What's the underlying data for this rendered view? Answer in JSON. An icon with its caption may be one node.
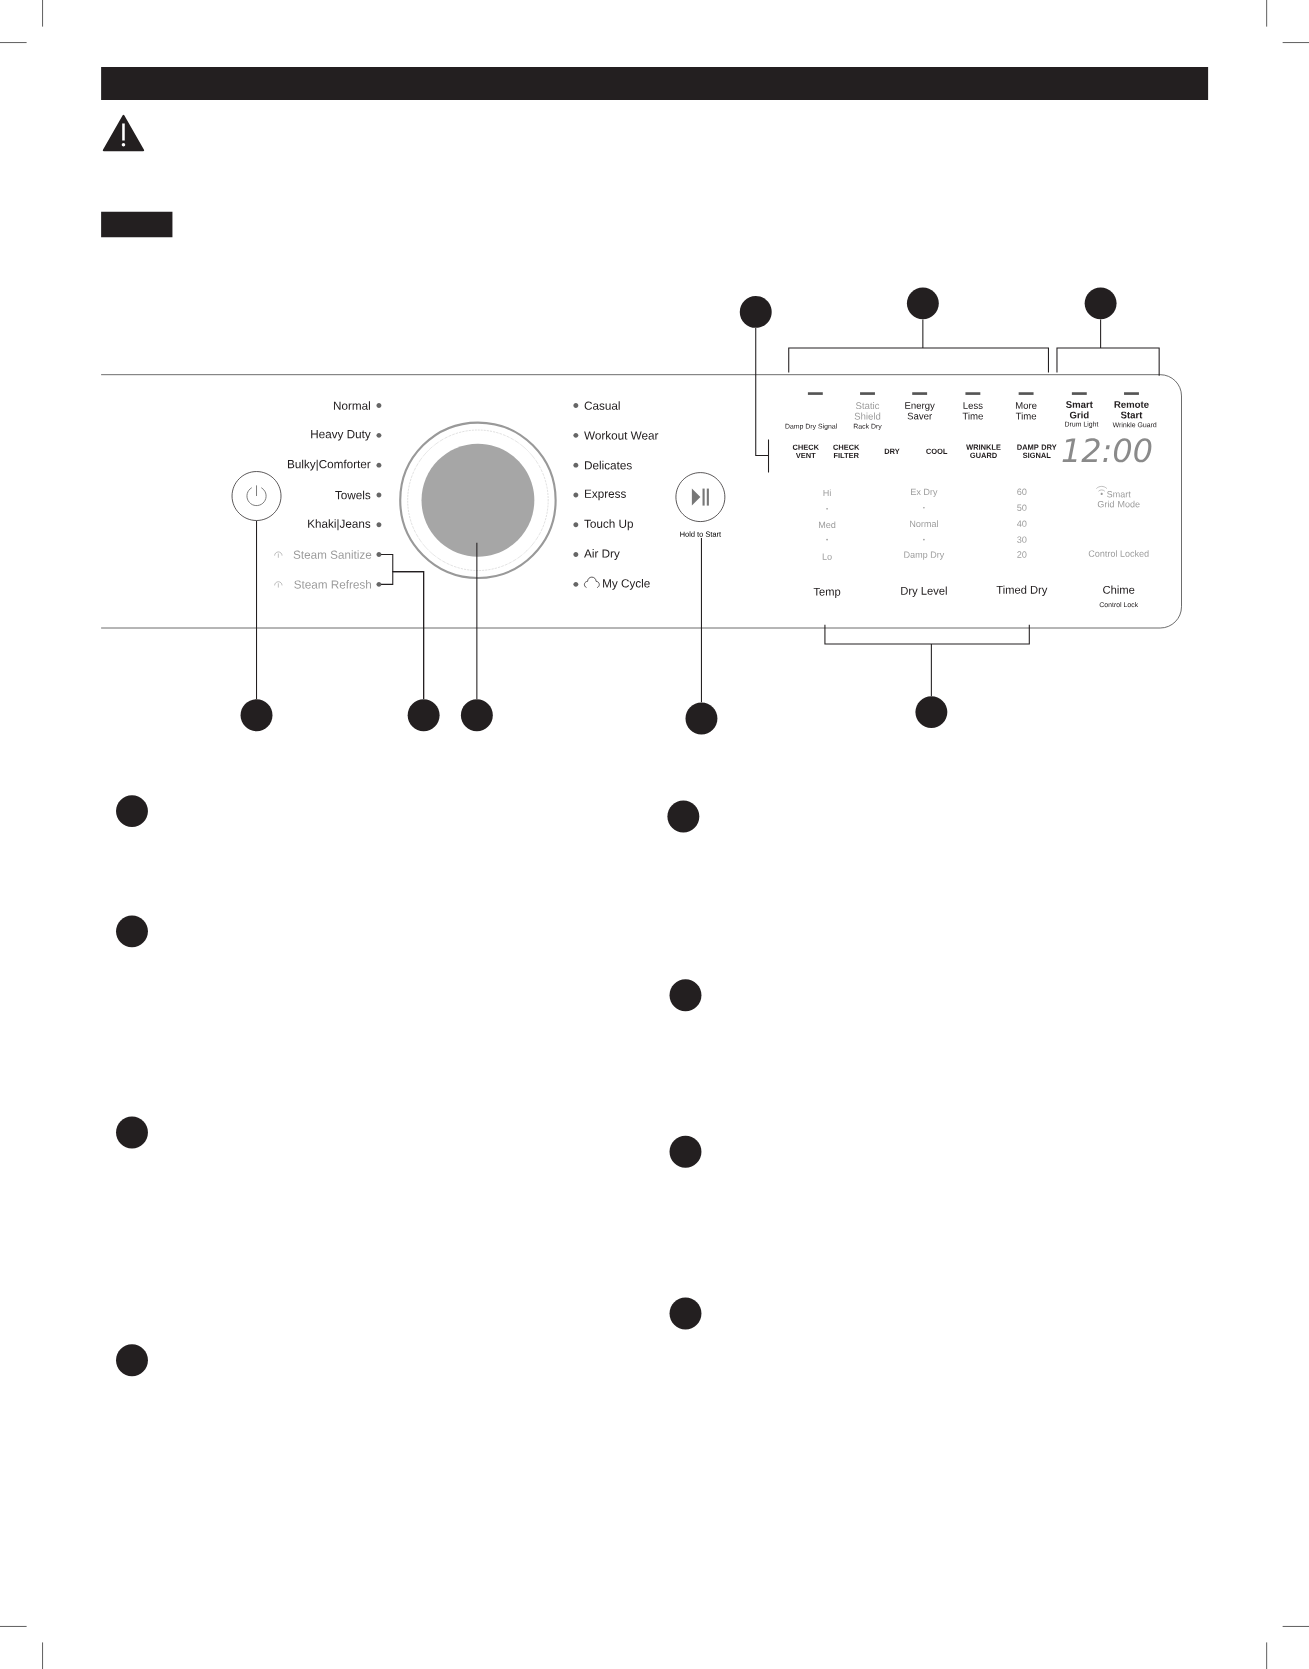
{
  "diagram": {
    "nodes": [
      {
        "text": [],
        "shape": "box"
      },
      {
        "text": [],
        "shape": "circle"
      },
      {
        "text": [],
        "shape": "circle"
      },
      {
        "text": [],
        "shape": "circle"
      },
      {
        "text": [],
        "shape": "circle",
        "in": 0
      },
      {
        "text": [],
        "shape": "circle",
        "in": 0
      },
      {
        "text": [],
        "shape": "circle",
        "beside": [
          "Hold to Start"
        ],
        "in": 0
      },
      {
        "text": [
          "Steam Sanitize"
        ],
        "in": 0
      },
      {
        "text": [
          "Steam Refresh"
        ],
        "in": 0
      },
      {
        "text": [],
        "shape": "circle"
      },
      {
        "text": [],
        "shape": "circle"
      },
      {
        "text": [],
        "shape": "circle"
      },
      {
        "text": [],
        "shape": "circle"
      },
      {
        "text": [],
        "shape": "circle"
      },
      {
        "text": [],
        "shape": "circle"
      },
      {
        "text": [],
        "shape": "circle"
      },
      {
        "text": [],
        "shape": "circle"
      },
      {
        "text": [],
        "shape": "circle"
      },
      {
        "text": [],
        "shape": "circle"
      },
      {
        "text": [],
        "shape": "circle"
      },
      {
        "text": [],
        "shape": "circle"
      },
      {
        "text": [],
        "shape": "circle"
      }
    ],
    "edges": [
      {
        "from": 1,
        "to": 0,
        "arrow": "none"
      },
      {
        "from": 2,
        "to": 0,
        "arrow": "none"
      },
      {
        "from": 3,
        "to": 0,
        "arrow": "none"
      },
      {
        "from": 9,
        "to": 4,
        "arrow": "none"
      },
      {
        "from": 10,
        "to": 7,
        "arrow": "none"
      },
      {
        "from": 10,
        "to": 8,
        "arrow": "none"
      },
      {
        "from": 11,
        "to": 5,
        "arrow": "none"
      },
      {
        "from": 12,
        "to": 6,
        "arrow": "none"
      },
      {
        "from": 13,
        "to": 0,
        "arrow": "none"
      }
    ],
    "labels": [
      "Normal",
      "Heavy Duty",
      "Bulky|Comforter",
      "Towels",
      "Khaki|Jeans",
      "Casual",
      "Workout Wear",
      "Delicates",
      "Express",
      "Touch Up",
      "Air Dry",
      "My Cycle",
      "Damp Dry Signal",
      "Static Shield",
      "Rack Dry",
      "Energy Saver",
      "Less Time",
      "More Time",
      "Smart Grid",
      "Drum Light",
      "Remote Start",
      "Wrinkle Guard",
      "CHECK VENT",
      "CHECK FILTER",
      "DRY",
      "COOL",
      "WRINKLE GUARD",
      "DAMP DRY SIGNAL",
      "12:00",
      "Hi",
      "Med",
      "Lo",
      "Ex Dry",
      "Normal",
      "Damp Dry",
      "60",
      "50",
      "40",
      "30",
      "20",
      "Smart Grid Mode",
      "Control Locked",
      "Temp",
      "Dry Level",
      "Timed Dry",
      "Chime",
      "Control Lock"
    ]
  }
}
